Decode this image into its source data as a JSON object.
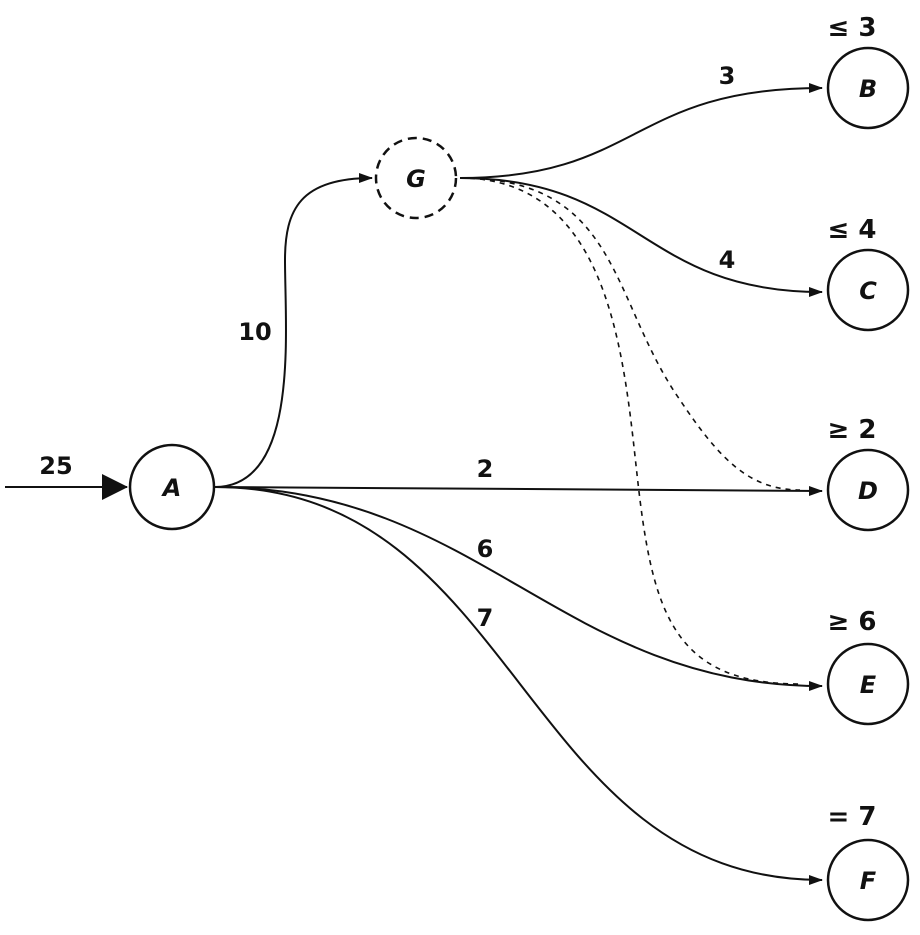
{
  "source": {
    "label": "25"
  },
  "nodes": {
    "A": {
      "label": "A"
    },
    "G": {
      "label": "G"
    },
    "B": {
      "label": "B",
      "constraint": "≤ 3"
    },
    "C": {
      "label": "C",
      "constraint": "≤ 4"
    },
    "D": {
      "label": "D",
      "constraint": "≥ 2"
    },
    "E": {
      "label": "E",
      "constraint": "≥ 6"
    },
    "F": {
      "label": "F",
      "constraint": "= 7"
    }
  },
  "edges": {
    "A_G": "10",
    "G_B": "3",
    "G_C": "4",
    "A_D": "2",
    "A_E": "6",
    "A_F": "7"
  },
  "dashed_edges": [
    "G-D",
    "G-E"
  ]
}
